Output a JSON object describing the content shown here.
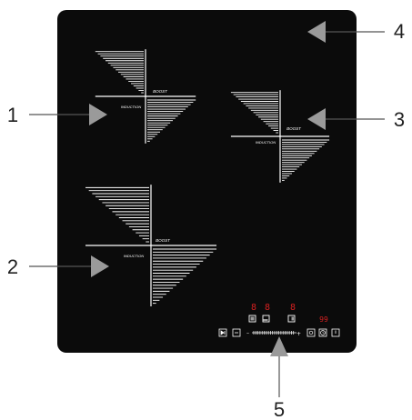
{
  "callouts": {
    "c1": "1",
    "c2": "2",
    "c3": "3",
    "c4": "4",
    "c5": "5"
  },
  "zones": {
    "boost_label": "BOOST",
    "induction_label": "INDUCTION"
  },
  "panel": {
    "digits": [
      "8",
      "8",
      "8"
    ],
    "timer_digits": "99"
  },
  "colors": {
    "cooktop": "#0b0b0b",
    "lines": "#ffffff",
    "digits": "#d42020",
    "arrow": "#9a9a9a",
    "leader": "#555555"
  }
}
